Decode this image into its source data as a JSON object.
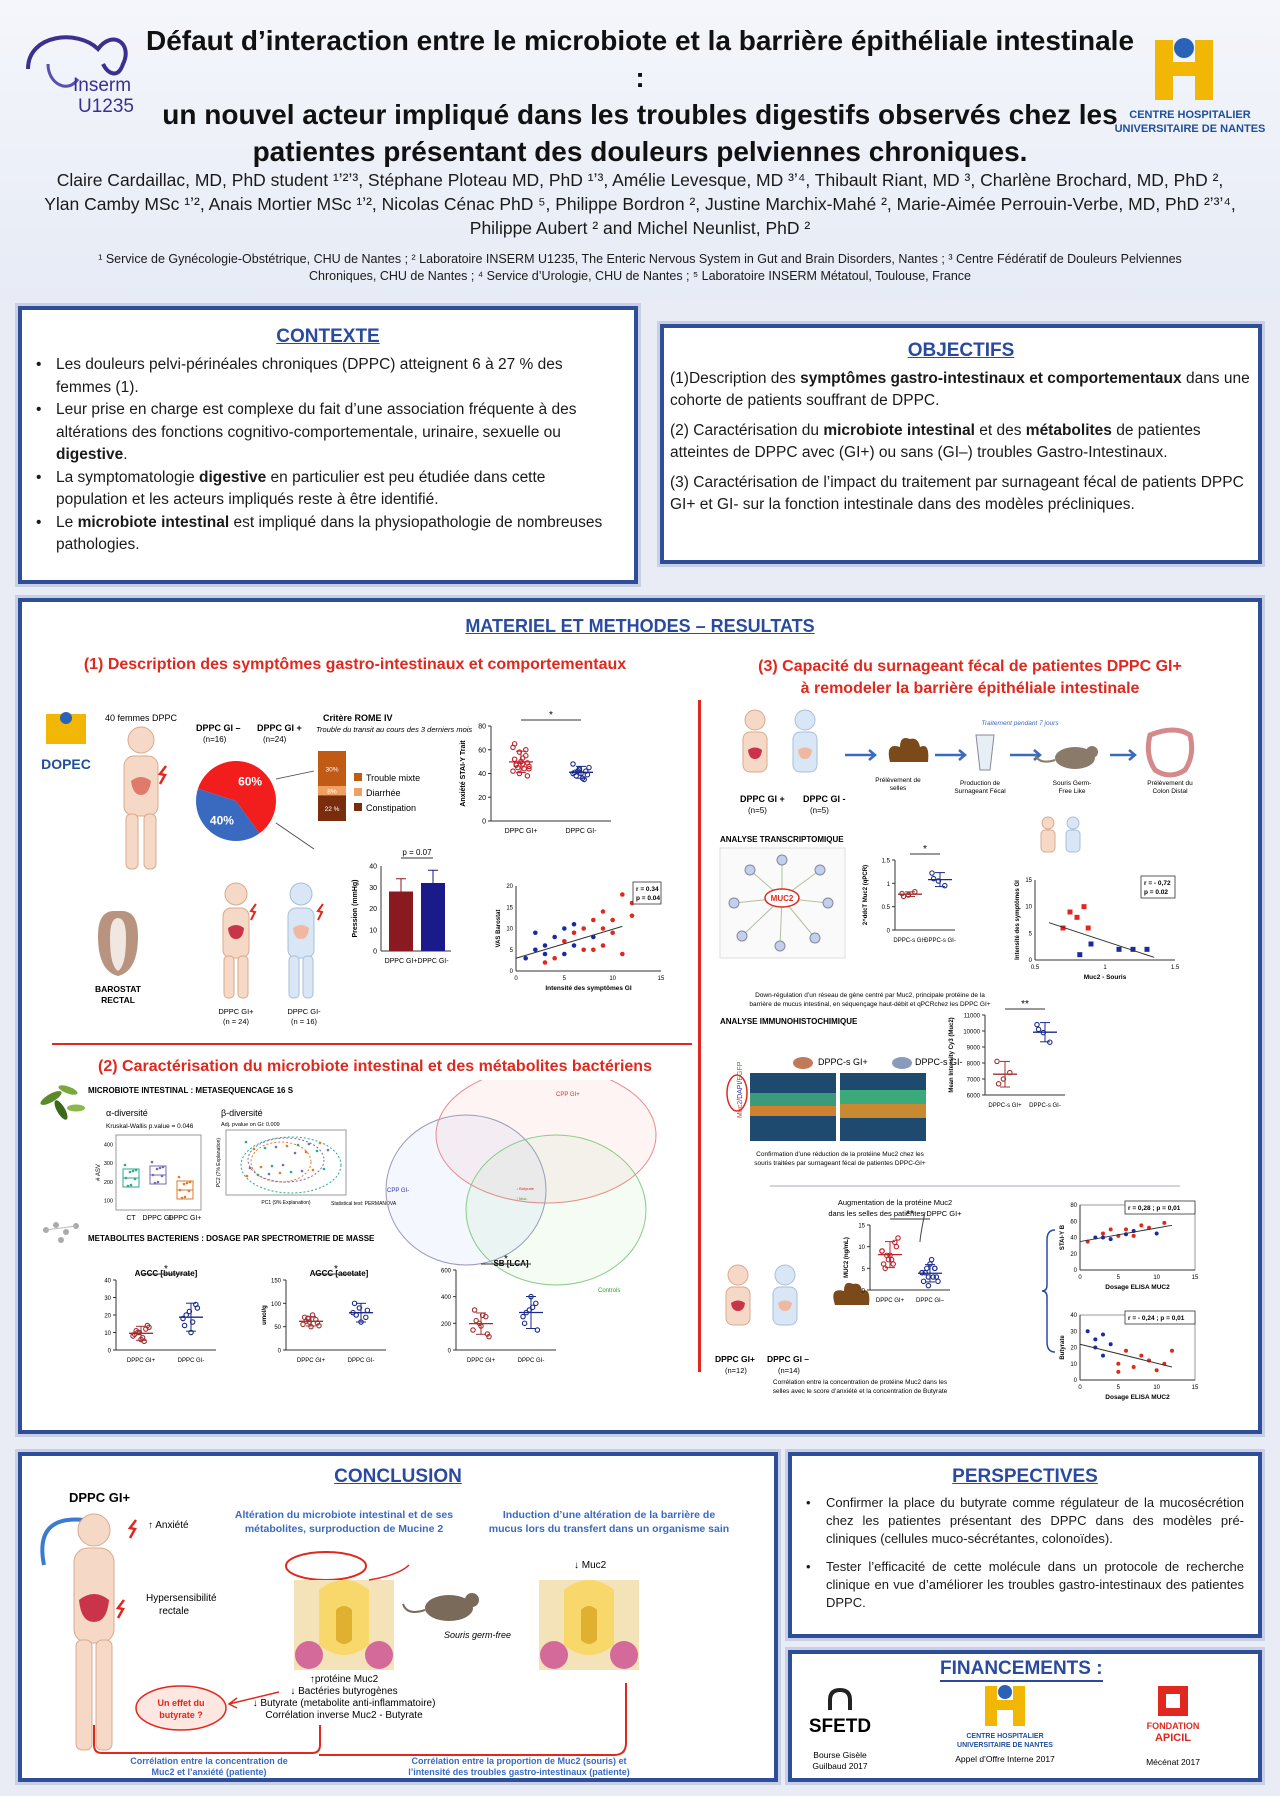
{
  "header": {
    "title_lines": [
      "Défaut d’interaction entre le microbiote et la barrière épithéliale intestinale :",
      "un nouvel acteur impliqué dans les troubles digestifs observés chez les",
      "patientes présentant des douleurs pelviennes chroniques."
    ],
    "inserm": "Inserm",
    "u1235": "U1235",
    "chu_line1": "CENTRE HOSPITALIER",
    "chu_line2": "UNIVERSITAIRE DE NANTES",
    "authors_lines": [
      "Claire Cardaillac, MD, PhD student ¹ʼ²ʼ³, Stéphane Ploteau MD, PhD ¹ʼ³, Amélie Levesque, MD ³ʼ⁴, Thibault Riant, MD ³, Charlène Brochard, MD, PhD ²,",
      "Ylan Camby MSc ¹ʼ², Anais Mortier MSc ¹ʼ², Nicolas Cénac  PhD ⁵, Philippe Bordron ², Justine Marchix-Mahé ², Marie-Aimée Perrouin-Verbe, MD, PhD ²ʼ³ʼ⁴,",
      "Philippe Aubert ² and Michel Neunlist, PhD ²"
    ],
    "affil_lines": [
      "¹ Service de Gynécologie-Obstétrique,  CHU de Nantes ; ² Laboratoire INSERM U1235, The Enteric Nervous System in Gut and Brain Disorders,  Nantes ; ³ Centre Fédératif de Douleurs Pelviennes",
      "Chroniques, CHU de Nantes ; ⁴ Service d’Urologie, CHU de Nantes ; ⁵ Laboratoire INSERM Métatoul, Toulouse, France"
    ]
  },
  "contexte": {
    "title": "CONTEXTE",
    "items": [
      "Les douleurs pelvi-périnéales chroniques (DPPC) atteignent 6 à 27 % des femmes (1).",
      "Leur prise en charge est complexe du fait d’une association fréquente à des altérations des fonctions cognitivo-comportementale, urinaire, sexuelle ou digestive.",
      "La symptomatologie digestive en particulier est peu étudiée dans cette population et les acteurs impliqués reste à être identifié.",
      "Le microbiote intestinal est impliqué dans la physiopathologie de nombreuses pathologies."
    ]
  },
  "objectifs": {
    "title": "OBJECTIFS",
    "items": [
      "(1)Description des symptômes gastro-intestinaux et comportementaux dans une cohorte de patients souffrant de DPPC.",
      "(2) Caractérisation du microbiote intestinal et des métabolites de patientes atteintes de DPPC avec (GI+) ou sans (GI–) troubles Gastro-Intestinaux.",
      "(3) Caractérisation de l’impact du traitement par surnageant fécal de patients DPPC GI+ et GI- sur la fonction intestinale dans des modèles précliniques."
    ]
  },
  "results": {
    "title": "MATERIEL ET METHODES – RESULTATS",
    "s1": "(1) Description des symptômes gastro-intestinaux et comportementaux",
    "s2": "(2) Caractérisation du microbiote intestinal et des métabolites bactériens",
    "s3a": "(3) Capacité du surnageant fécal de patientes DPPC GI+",
    "s3b": "à remodeler la barrière épithéliale intestinale",
    "dopec": "DOPEC",
    "women": "40 femmes DPPC",
    "gi_minus": "DPPC GI –",
    "n16": "(n=16)",
    "gi_plus": "DPPC GI +",
    "n24": "(n=24)",
    "rome_title": "Critère ROME IV",
    "rome_sub": "Trouble du transit au cours des 3 derniers mois",
    "legend": [
      "Trouble mixte",
      "Diarrhée",
      "Constipation"
    ],
    "stack_vals": [
      "30%",
      "8%",
      "22 %"
    ],
    "barostat": "BAROSTAT RECTAL",
    "gip24": "DPPC GI+ (n = 24)",
    "gim16": "DPPC GI- (n = 16)",
    "pval": "p = 0.07",
    "corr1": "r = 0.34",
    "corr1p": "p = 0.04",
    "ms16": "MICROBIOTE INTESTINAL : METASEQUENCAGE 16 S",
    "alpha": "α-diversité",
    "beta": "β-diversité",
    "kw": "Kruskal-Wallis p.value = 0.046",
    "adj": "Adj. pvalue on Gi: 0.009",
    "perm": "Statistical test: PERMANOVA",
    "metab": "METABOLITES BACTERIENS : DOSAGE PAR SPECTROMETRIE DE MASSE",
    "agcc1": "AGCC [butyrate]",
    "agcc2": "AGCC [acetate]",
    "sb": "SB [LCA]",
    "transcr": "ANALYSE TRANSCRIPTOMIQUE",
    "immuno": "ANALYSE IMMUNOHISTOCHIMIQUE",
    "transcr_cap": "Down-régulation d’un réseau de gène centré par Muc2, principale protéine de la barrière de mucus intestinal, en séquençage haut-débit et qPCRchez les DPPC GI+",
    "immuno_cap": "Confirmation d’une réduction de la protéine Muc2 chez les souris traitées par surnageant fécal de patientes DPPC-GI+",
    "muc2_cap1": "Augmentation de la protéine Muc2",
    "muc2_cap2": "dans les selles des patientes DPPC GI+",
    "corr_cap": "Corrélation entre la concentration de protéine Muc2 dans les selles avec le score d’anxiété et la concentration de Butyrate",
    "steps": [
      "Prélèvement de selles",
      "Production de Surnageant Fécal",
      "Souris Germ-Free Like",
      "Prélèvement du Colon Distal"
    ],
    "traitement": "Traitement pendant 7 jours",
    "corr2": "r = - 0,72",
    "corr2p": "p = 0.02",
    "corr3": "r = 0,28 ; p = 0,01",
    "corr4": "r = - 0,24 ; p = 0,01",
    "muc2": "MUC2",
    "dppcs_gip": "DPPC-s GI+",
    "dppcs_gim": "DPPC-s GI-",
    "ct_labels": [
      "CT",
      "DPPC GI-",
      "DPPC GI+"
    ]
  },
  "conclusion": {
    "title": "CONCLUSION",
    "gip": "DPPC GI+",
    "anx": "↑ Anxiété",
    "hyp": "Hypersensibilité rectale",
    "alt1": "Altération du microbiote intestinal et de ses métabolites, surproduction de Mucine 2",
    "alt2": "Induction d’une altération de la barrière de mucus lors du transfert dans un organisme sain",
    "souris": "Souris germ-free",
    "muc_down": "↓ Muc2",
    "list": [
      "↑protéine Muc2",
      "↓ Bactéries butyrogènes",
      "↓ Butyrate (metabolite anti-inflammatoire)",
      "Corrélation inverse Muc2 - Butyrate"
    ],
    "effet": "Un effet du butyrate ?",
    "corr_a": "Corrélation entre la concentration de Muc2 et l’anxiété (patiente)",
    "corr_b": "Corrélation entre la proportion de Muc2 (souris) et l’intensité des troubles gastro-intestinaux (patiente)"
  },
  "perspectives": {
    "title": "PERSPECTIVES",
    "items": [
      "Confirmer la place du butyrate comme régulateur de la mucosécrétion chez les patientes présentant des DPPC dans des modèles pré-cliniques (cellules muco-sécrétantes, colonoïdes).",
      "Tester l’efficacité de cette molécule dans un protocole de recherche clinique en vue d’améliorer les troubles gastro-intestinaux des patientes DPPC."
    ]
  },
  "financements": {
    "title": "FINANCEMENTS :",
    "sfetd": "SFETD",
    "f1": "Bourse Gisèle Guilbaud 2017",
    "f2": "Appel d’Offre Interne 2017",
    "fondation": "FONDATION",
    "apicil": "APICIL",
    "f3": "Mécénat 2017"
  },
  "chart_data": [
    {
      "type": "pie",
      "title": "",
      "values": [
        40,
        60
      ],
      "labels": [
        "DPPC GI –",
        "DPPC GI +"
      ]
    },
    {
      "type": "bar",
      "title": "Critère ROME IV",
      "categories": [
        "Trouble mixte",
        "Diarrhée",
        "Constipation"
      ],
      "values": [
        30,
        8,
        22
      ],
      "ylabel": "%"
    },
    {
      "type": "scatter",
      "title": "",
      "ylabel": "Anxiété STAI-Y Trait",
      "categories": [
        "DPPC GI+",
        "DPPC GI-"
      ],
      "ylim": [
        0,
        80
      ],
      "yticks": [
        0,
        20,
        40,
        60,
        80
      ],
      "annotation": "*"
    },
    {
      "type": "bar",
      "title": "",
      "categories": [
        "DPPC GI+",
        "DPPC GI-"
      ],
      "values": [
        28,
        32
      ],
      "ylabel": "Pression (mmHg)",
      "ylim": [
        0,
        40
      ],
      "yticks": [
        0,
        10,
        20,
        30,
        40
      ],
      "annotation": "p = 0.07"
    },
    {
      "type": "scatter",
      "title": "",
      "xlabel": "Intensité des symptômes GI",
      "ylabel": "VAS Barostat",
      "xlim": [
        0,
        15
      ],
      "ylim": [
        0,
        20
      ],
      "xticks": [
        0,
        5,
        10,
        15
      ],
      "yticks": [
        0,
        5,
        10,
        15,
        20
      ],
      "annotation": "r = 0.34 p = 0.04"
    },
    {
      "type": "scatter",
      "title": "",
      "ylabel": "Mean Intensity Cy3 (Muc2)",
      "categories": [
        "DPPC-s GI+",
        "DPPC-s GI-"
      ],
      "ylim": [
        6000,
        11000
      ],
      "yticks": [
        6000,
        7000,
        8000,
        9000,
        10000,
        11000
      ],
      "annotation": "**"
    },
    {
      "type": "scatter",
      "title": "",
      "ylabel": "2^ddcT Muc2 (qPCR)",
      "categories": [
        "DPPC-s GI+",
        "DPPC-s GI-"
      ],
      "ylim": [
        0,
        1.5
      ],
      "yticks": [
        0,
        0.5,
        1.0,
        1.5
      ],
      "annotation": "*"
    }
  ]
}
